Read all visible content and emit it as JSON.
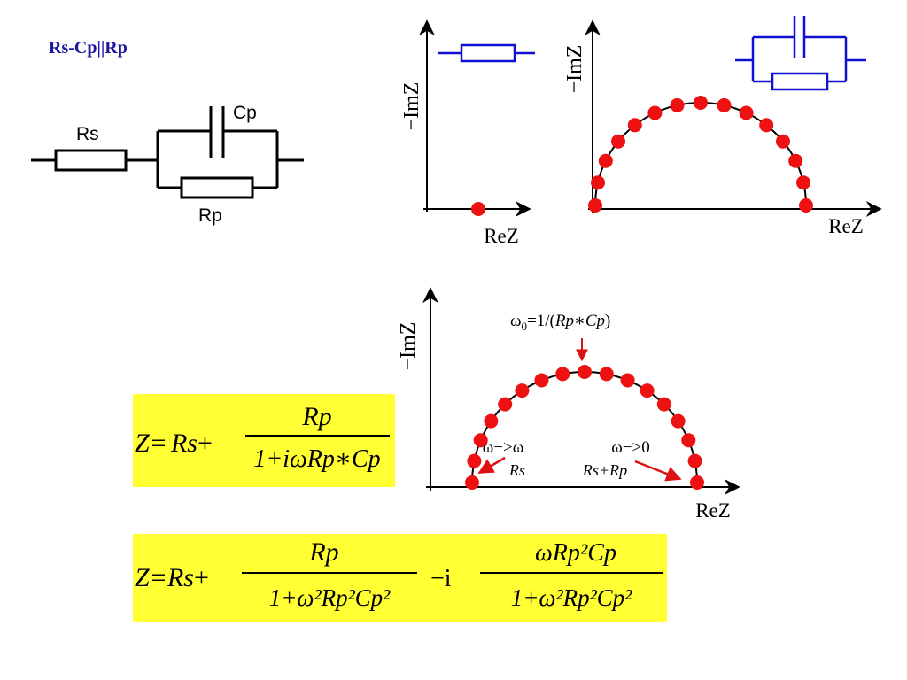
{
  "title": "Rs-Cp||Rp",
  "colors": {
    "title": "#1a1aa0",
    "wire": "#000000",
    "circuit_blue": "#1010d0",
    "point": "#ee1111",
    "arrow_red": "#dd1111",
    "formula_bg": "#ffff33"
  },
  "circuit": {
    "rs_label": "Rs",
    "cp_label": "Cp",
    "rp_label": "Rp"
  },
  "plots": {
    "ylabel": "−ImZ",
    "xlabel": "ReZ"
  },
  "main_plot": {
    "omega0_sym": "ω",
    "omega0_sub": "0",
    "omega0_eq": "=1/(",
    "omega0_expr": "Rp∗Cp",
    "omega0_close": ")",
    "high_freq": "ω−>ω",
    "high_freq_value": "Rs",
    "low_freq": "ω−>0",
    "low_freq_value": "Rs+Rp"
  },
  "formula1": {
    "lhs": "Z=",
    "rs": "Rs",
    "plus": "+",
    "numerator": "Rp",
    "denominator": "1+iωRp∗Cp"
  },
  "formula2": {
    "lhs": "Z=",
    "rs": "Rs",
    "plus": "+",
    "num1": "Rp",
    "den1": "1+ω²Rp²Cp²",
    "minus_i": "−i",
    "num2": "ωRp²Cp",
    "den2": "1+ω²Rp²Cp²"
  }
}
